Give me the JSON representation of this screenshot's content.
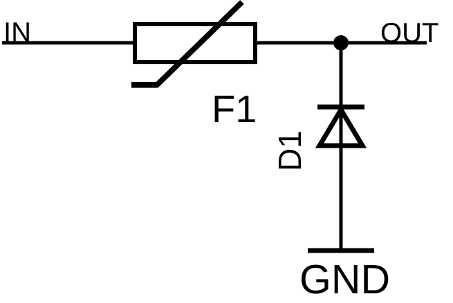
{
  "schematic": {
    "background_color": "#ffffff",
    "stroke_color": "#000000",
    "labels": {
      "in": "IN",
      "out": "OUT",
      "fuse_ref": "F1",
      "diode_ref": "D1",
      "ground": "GND"
    },
    "components": [
      {
        "ref": "F1",
        "symbol": "fuse-thermistor-icon"
      },
      {
        "ref": "D1",
        "symbol": "diode-icon"
      },
      {
        "ref": "GND",
        "symbol": "ground-icon"
      }
    ]
  }
}
